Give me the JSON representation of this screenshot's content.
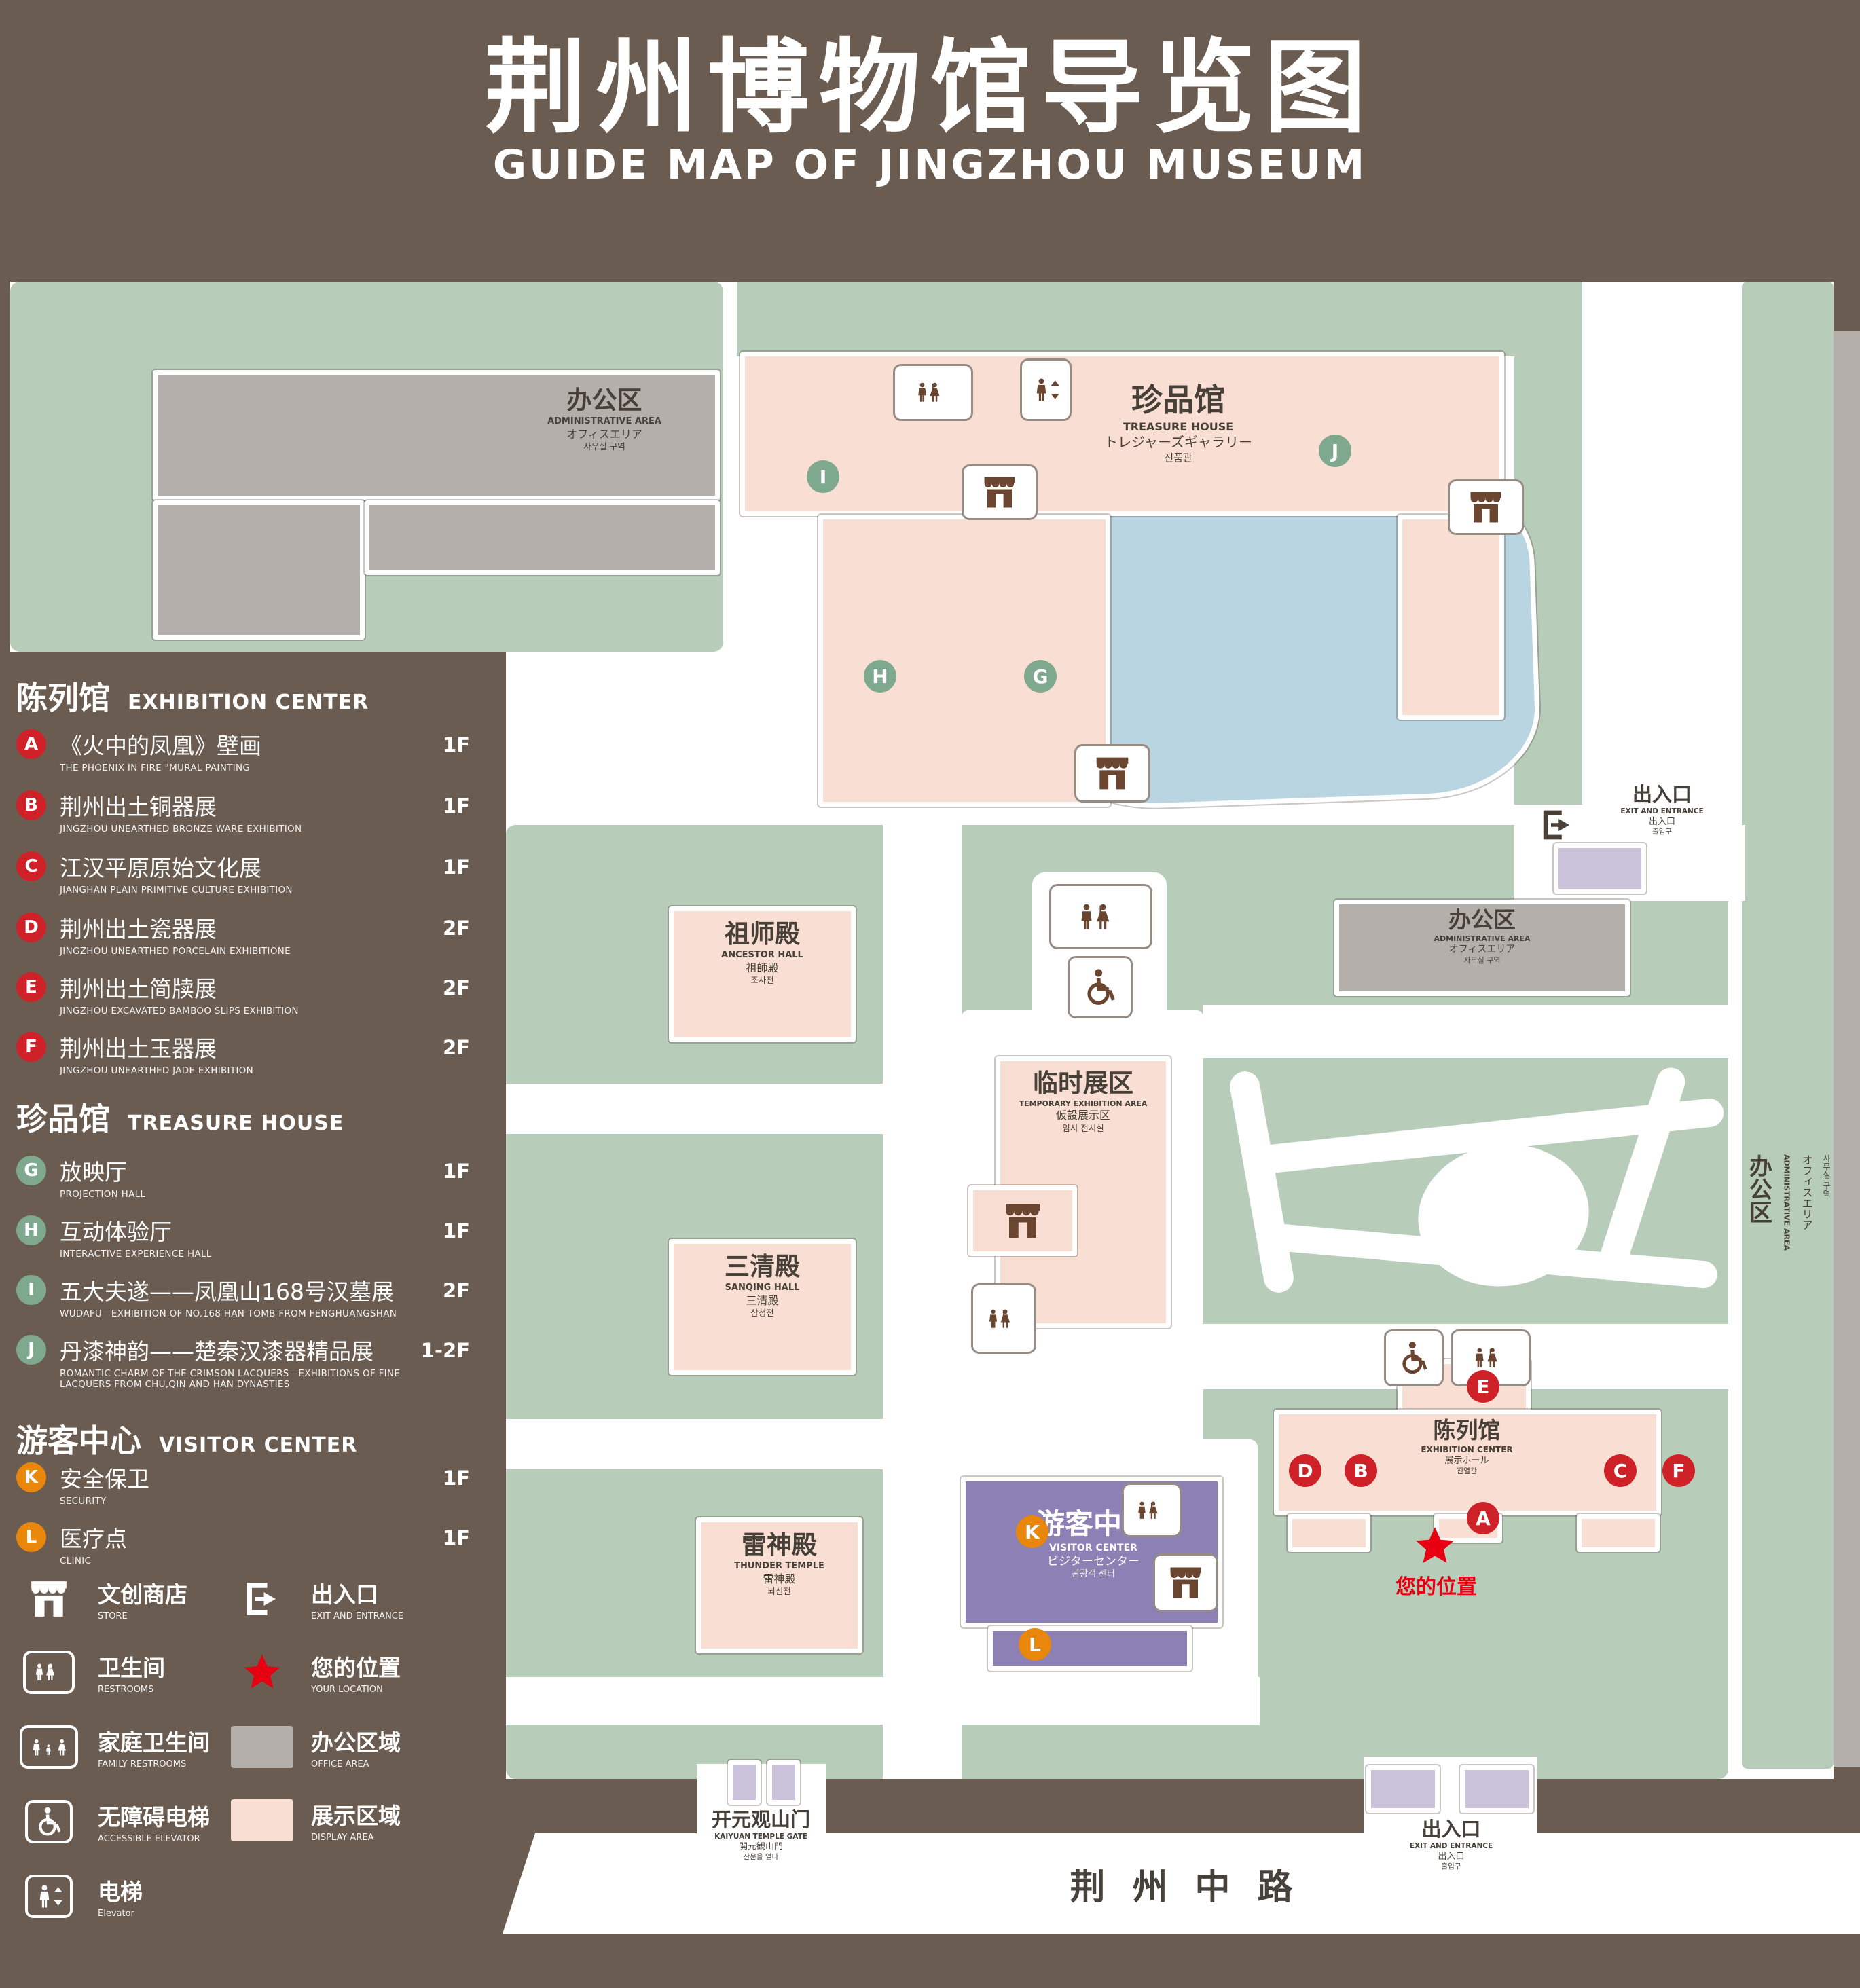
{
  "header": {
    "title": "荆州博物馆导览图",
    "subtitle": "GUIDE MAP OF JINGZHOU MUSEUM"
  },
  "sections": [
    {
      "zh": "陈列馆",
      "en": "EXHIBITION CENTER",
      "items": [
        {
          "letter": "A",
          "zh": "《火中的凤凰》壁画",
          "en": "THE PHOENIX IN FIRE \"MURAL PAINTING",
          "floor": "1F"
        },
        {
          "letter": "B",
          "zh": "荆州出土铜器展",
          "en": "JINGZHOU UNEARTHED BRONZE WARE EXHIBITION",
          "floor": "1F"
        },
        {
          "letter": "C",
          "zh": "江汉平原原始文化展",
          "en": "JIANGHAN PLAIN PRIMITIVE CULTURE EXHIBITION",
          "floor": "1F"
        },
        {
          "letter": "D",
          "zh": "荆州出土瓷器展",
          "en": "JINGZHOU UNEARTHED PORCELAIN EXHIBITIONE",
          "floor": "2F"
        },
        {
          "letter": "E",
          "zh": "荆州出土简牍展",
          "en": "JINGZHOU EXCAVATED BAMBOO SLIPS EXHIBITION",
          "floor": "2F"
        },
        {
          "letter": "F",
          "zh": "荆州出土玉器展",
          "en": "JINGZHOU UNEARTHED JADE EXHIBITION",
          "floor": "2F"
        }
      ]
    },
    {
      "zh": "珍品馆",
      "en": "TREASURE HOUSE",
      "items": [
        {
          "letter": "G",
          "zh": "放映厅",
          "en": "PROJECTION HALL",
          "floor": "1F"
        },
        {
          "letter": "H",
          "zh": "互动体验厅",
          "en": "INTERACTIVE EXPERIENCE HALL",
          "floor": "1F"
        },
        {
          "letter": "I",
          "zh": "五大夫遂——凤凰山168号汉墓展",
          "en": "WUDAFU—EXHIBITION OF NO.168 HAN TOMB FROM FENGHUANGSHAN",
          "floor": "2F"
        },
        {
          "letter": "J",
          "zh": "丹漆神韵——楚秦汉漆器精品展",
          "en": "ROMANTIC CHARM OF THE CRIMSON LACQUERS—EXHIBITIONS OF FINE LACQUERS FROM CHU,QIN AND HAN DYNASTIES",
          "floor": "1-2F"
        }
      ]
    },
    {
      "zh": "游客中心",
      "en": "VISITOR CENTER",
      "items": [
        {
          "letter": "K",
          "zh": "安全保卫",
          "en": "SECURITY",
          "floor": "1F"
        },
        {
          "letter": "L",
          "zh": "医疗点",
          "en": "CLINIC",
          "floor": "1F"
        }
      ]
    }
  ],
  "symbols": {
    "store": {
      "zh": "文创商店",
      "en": "STORE"
    },
    "exit": {
      "zh": "出入口",
      "en": "EXIT AND ENTRANCE"
    },
    "restroom": {
      "zh": "卫生间",
      "en": "RESTROOMS"
    },
    "location": {
      "zh": "您的位置",
      "en": "YOUR LOCATION"
    },
    "family": {
      "zh": "家庭卫生间",
      "en": "FAMILY RESTROOMS"
    },
    "office": {
      "zh": "办公区域",
      "en": "OFFICE AREA"
    },
    "accessible": {
      "zh": "无障碍电梯",
      "en": "ACCESSIBLE ELEVATOR"
    },
    "display": {
      "zh": "展示区域",
      "en": "DISPLAY AREA"
    },
    "elevator": {
      "zh": "电梯",
      "en": "Elevator"
    }
  },
  "map": {
    "admin": {
      "zh": "办公区",
      "en": "ADMINISTRATIVE AREA",
      "ja": "オフィスエリア",
      "ko": "사무실 구역"
    },
    "treasure": {
      "zh": "珍品馆",
      "en": "TREASURE HOUSE",
      "ja": "トレジャーズギャラリー",
      "ko": "진품관"
    },
    "ancestor": {
      "zh": "祖师殿",
      "en": "ANCESTOR HALL",
      "ja": "祖師殿",
      "ko": "조사전"
    },
    "temporary": {
      "zh": "临时展区",
      "en": "TEMPORARY EXHIBITION AREA",
      "ja": "仮設展示区",
      "ko": "임시 전시실"
    },
    "sanqing": {
      "zh": "三清殿",
      "en": "SANQING HALL",
      "ja": "三清殿",
      "ko": "삼청전"
    },
    "exhibition": {
      "zh": "陈列馆",
      "en": "EXHIBITION CENTER",
      "ja": "展示ホール",
      "ko": "진열관"
    },
    "thunder": {
      "zh": "雷神殿",
      "en": "THUNDER TEMPLE",
      "ja": "雷神殿",
      "ko": "뇌신전"
    },
    "visitor": {
      "zh": "游客中心",
      "en": "VISITOR CENTER",
      "ja": "ビジターセンター",
      "ko": "관광객 센터"
    },
    "gate": {
      "zh": "开元观山门",
      "en": "KAIYUAN TEMPLE GATE",
      "ja": "開元観山門",
      "ko": "산문을 열다"
    },
    "exit": {
      "zh": "出入口",
      "en": "EXIT AND ENTRANCE",
      "ja": "出入口",
      "ko": "출입구"
    },
    "your_location": "您的位置",
    "road": "荆州中路"
  },
  "colors": {
    "background": "#6b5c51",
    "lawn": "#b7ccb9",
    "display_area": "#f9dfd3",
    "office_area": "#b4afab",
    "pond": "#b9d5e2",
    "visitor_center": "#8d80b4",
    "entrance": "#cbc2dc",
    "marker_red": "#cf2128",
    "marker_green": "#7fa98e",
    "marker_orange": "#e8870b",
    "location_red": "#e60012"
  }
}
